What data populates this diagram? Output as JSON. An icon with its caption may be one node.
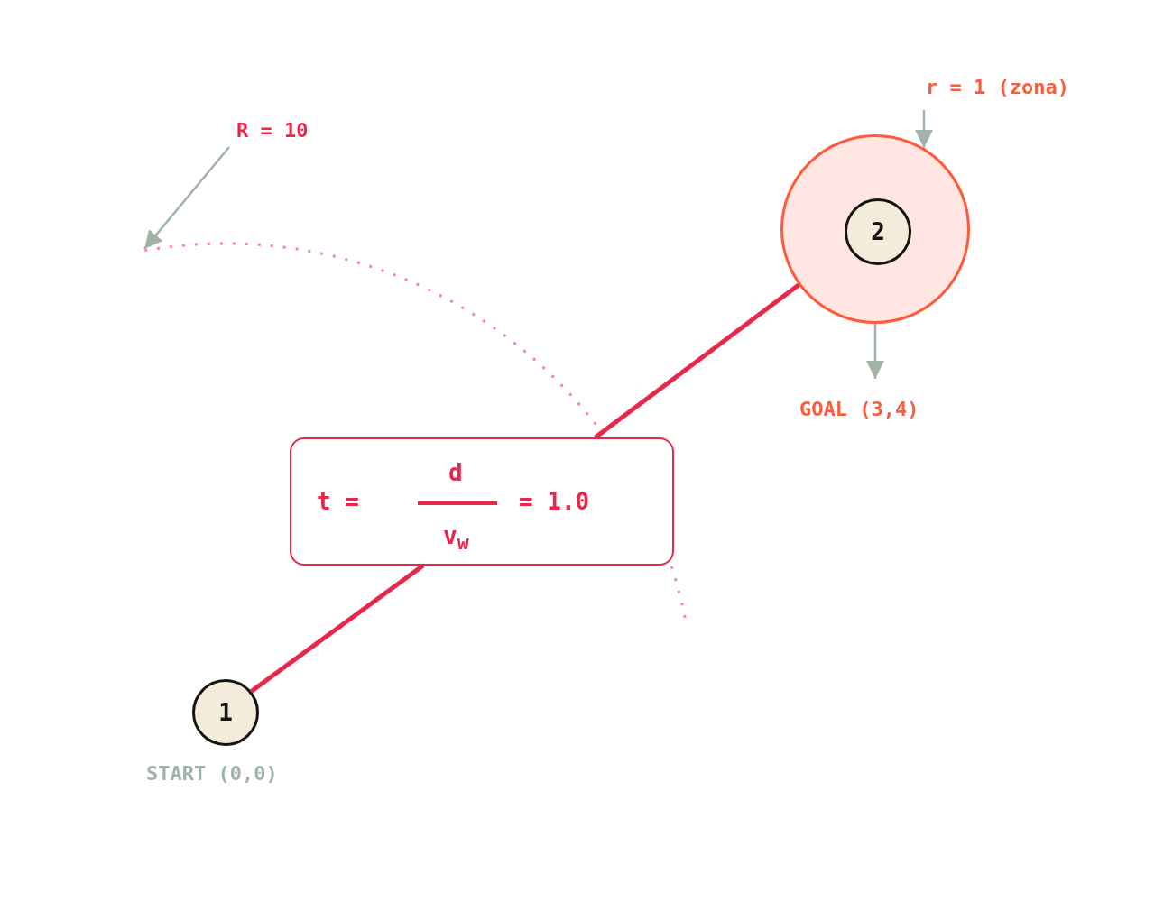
{
  "diagram": {
    "nodes": [
      {
        "text": [
          "R = 10"
        ]
      },
      {
        "text": [
          "r = 1 (zona)"
        ]
      },
      {
        "text": [],
        "shape": "circle"
      },
      {
        "text": [
          "2"
        ],
        "in": 2
      },
      {
        "text": [
          "GOAL (3,4)"
        ]
      },
      {
        "text": [
          "t =",
          "d",
          "v$_{w}$",
          "= 1.0"
        ]
      },
      {
        "text": [
          "1"
        ],
        "beside": [
          "START (0,0)"
        ]
      }
    ],
    "edges": [
      {
        "from": 0,
        "to": null,
        "arrow": "to"
      },
      {
        "from": 1,
        "to": 2,
        "arrow": "to"
      },
      {
        "from": 2,
        "to": 4,
        "arrow": "to"
      },
      {
        "from": 6,
        "to": 5,
        "arrow": "none",
        "style": "thick",
        "color": "#e8284a"
      },
      {
        "from": 5,
        "to": 3,
        "arrow": "none",
        "style": "thick",
        "color": "#e8284a"
      }
    ]
  }
}
